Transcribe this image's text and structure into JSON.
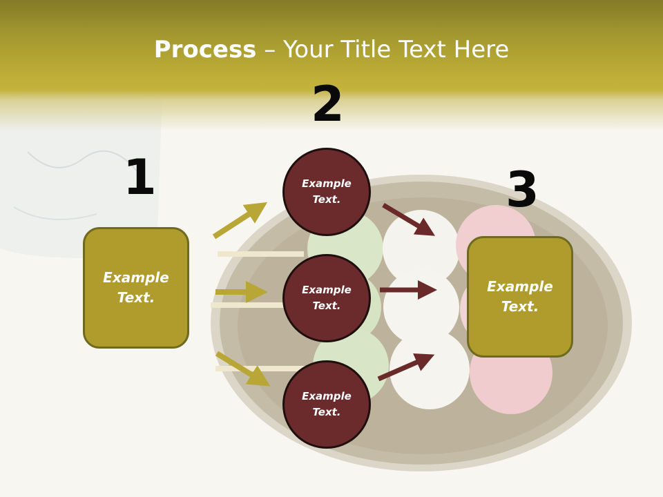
{
  "slide": {
    "title_bold": "Process",
    "title_rest": " – Your Title Text Here"
  },
  "steps": {
    "step1": {
      "number": "1",
      "line1": "Example",
      "line2": "Text."
    },
    "step2": {
      "number": "2"
    },
    "step3": {
      "number": "3",
      "line1": "Example",
      "line2": "Text."
    }
  },
  "circles": [
    {
      "line1": "Example",
      "line2": "Text."
    },
    {
      "line1": "Example",
      "line2": "Text."
    },
    {
      "line1": "Example",
      "line2": "Text."
    }
  ],
  "colors": {
    "header": "#bfae36",
    "box_fill": "#b09c2c",
    "box_border": "#6f6a20",
    "circle_fill": "#6b2b2c",
    "left_arrow": "#b8a636",
    "right_arrow": "#6b2a2a"
  }
}
